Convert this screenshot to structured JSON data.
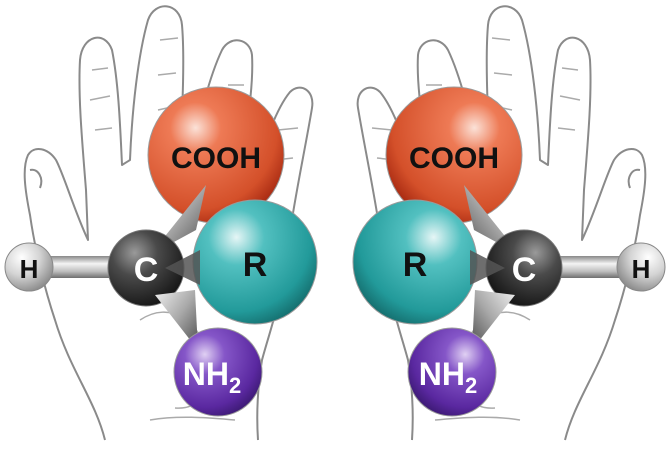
{
  "figure": {
    "description": "Chirality of amino acids: two mirror-image molecules over left and right hands",
    "left": {
      "hand": "right-palm",
      "atoms": {
        "carboxyl": "COOH",
        "side_chain": "R",
        "central": "C",
        "hydrogen": "H",
        "amine_main": "NH",
        "amine_sub": "2"
      }
    },
    "right": {
      "hand": "left-palm",
      "atoms": {
        "carboxyl": "COOH",
        "side_chain": "R",
        "central": "C",
        "hydrogen": "H",
        "amine_main": "NH",
        "amine_sub": "2"
      }
    }
  },
  "colors": {
    "carboxyl": "#e0603a",
    "side_chain": "#2aa3a3",
    "central": "#333333",
    "hydrogen": "#cfcfcf",
    "amine": "#6a35b0",
    "hand_outline": "#8a8a8a"
  }
}
